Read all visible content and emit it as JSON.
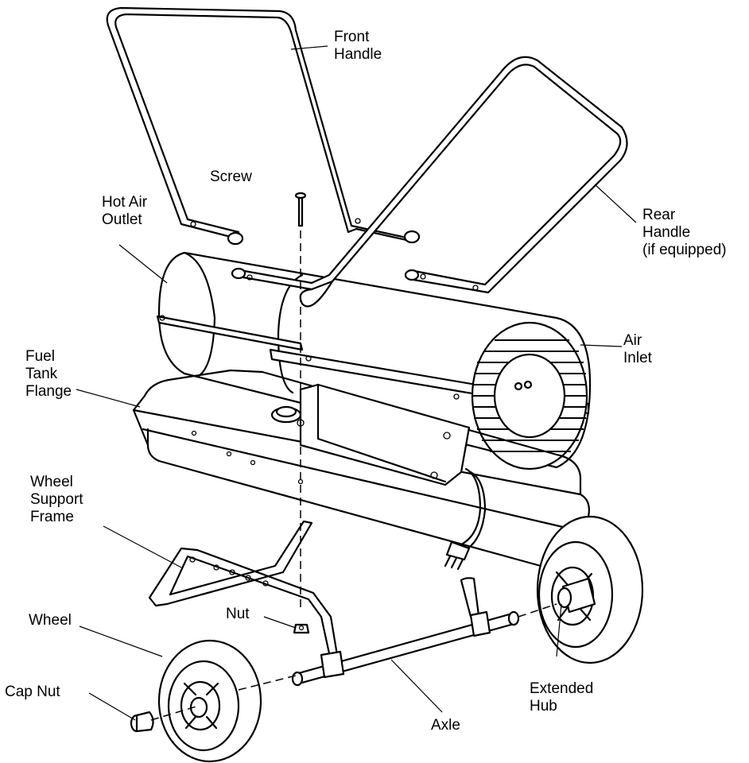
{
  "labels": {
    "front_handle": [
      "Front",
      "Handle"
    ],
    "rear_handle": [
      "Rear",
      "Handle",
      "(if equipped)"
    ],
    "screw": "Screw",
    "hot_air_outlet": [
      "Hot Air",
      "Outlet"
    ],
    "air_inlet": [
      "Air",
      "Inlet"
    ],
    "fuel_tank_flange": [
      "Fuel",
      "Tank",
      "Flange"
    ],
    "wheel_support_frame": [
      "Wheel",
      "Support",
      "Frame"
    ],
    "nut": "Nut",
    "wheel": "Wheel",
    "cap_nut": "Cap Nut",
    "axle": "Axle",
    "extended_hub": [
      "Extended",
      "Hub"
    ]
  },
  "colors": {
    "line": "#000000",
    "background": "#ffffff"
  }
}
